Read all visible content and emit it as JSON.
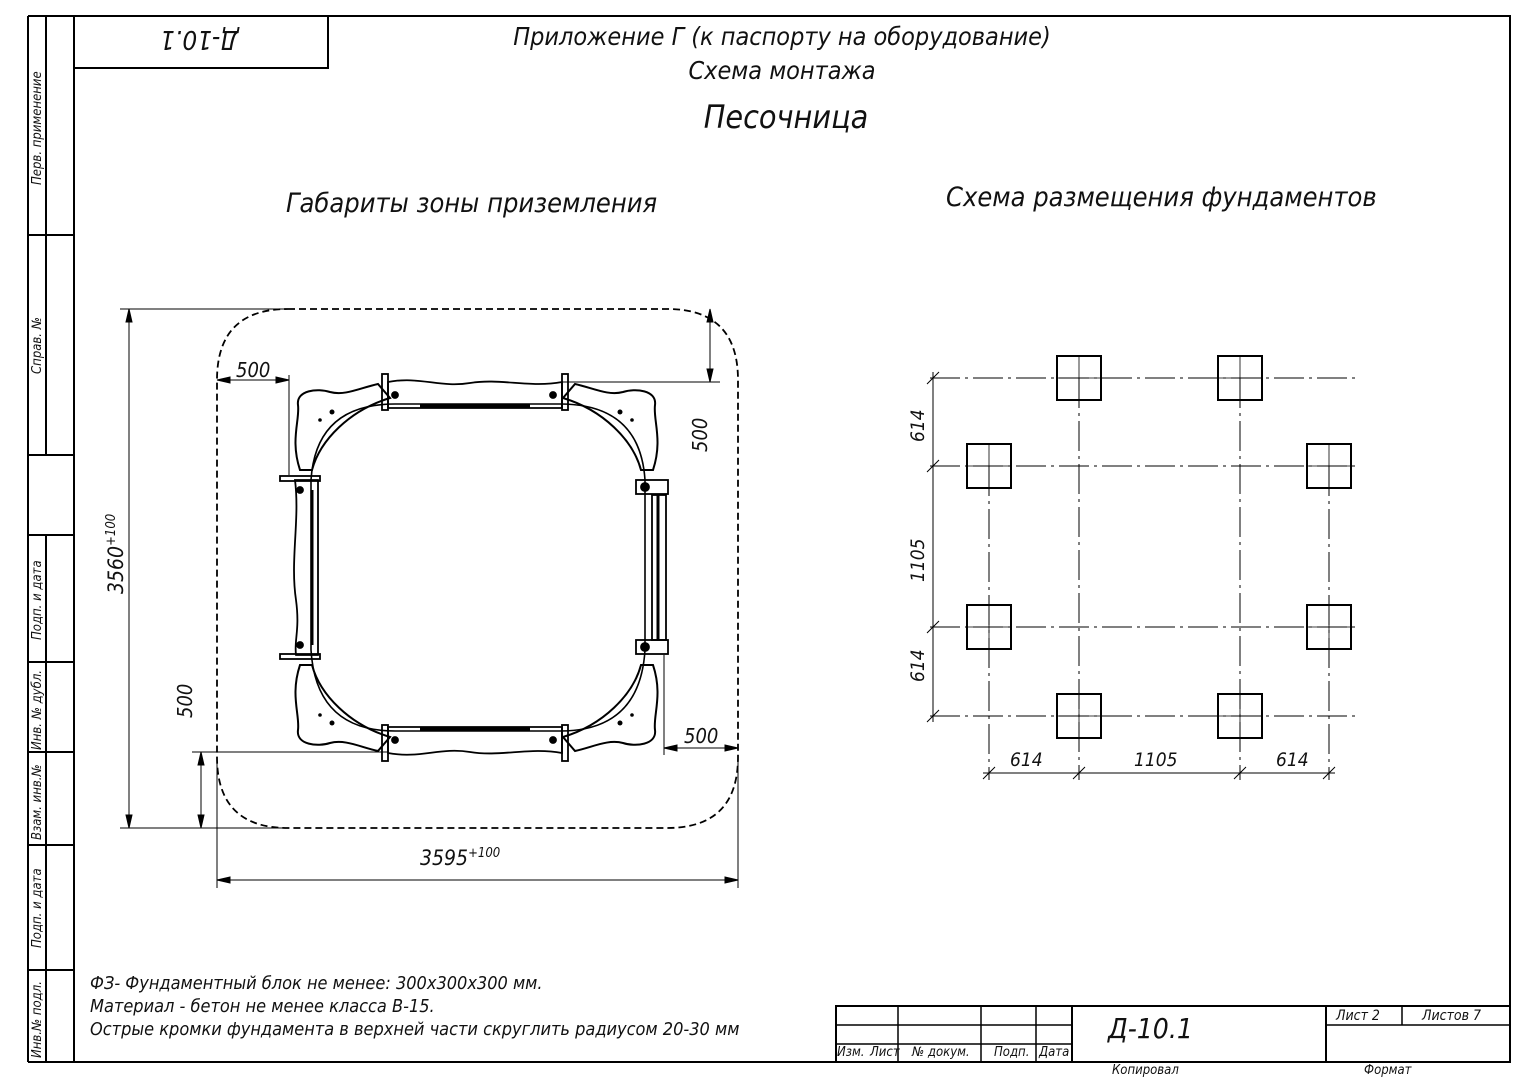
{
  "stamp_top": "Д-10.1",
  "header": {
    "line1": "Приложение Г (к паспорту на оборудование)",
    "line2": "Схема монтажа",
    "title": "Песочница"
  },
  "left_view": {
    "title": "Габариты зоны приземления",
    "dim_width": "3595",
    "dim_width_tol": "+100",
    "dim_height": "3560",
    "dim_height_tol": "+100",
    "dim_top_left": "500",
    "dim_top_right": "500",
    "dim_bottom_left": "500",
    "dim_bottom_right": "500"
  },
  "right_view": {
    "title": "Схема размещения фундаментов",
    "v_dims": [
      "614",
      "1105",
      "614"
    ],
    "h_dims": [
      "614",
      "1105",
      "614"
    ]
  },
  "notes": [
    "ФЗ- Фундаментный блок не менее: 300х300х300 мм.",
    "Материал - бетон не менее класса В-15.",
    "Острые кромки фундамента в верхней части скруглить радиусом 20-30 мм"
  ],
  "side_strip": [
    "Перв. применение",
    "Справ. №",
    "Подп. и дата",
    "Инв. № дубл.",
    "Взам. инв.№",
    "Подп. и дата",
    "Инв.№ подл."
  ],
  "title_block": {
    "col_labels": [
      "Изм.",
      "Лист",
      "№ докум.",
      "Подп.",
      "Дата"
    ],
    "designation": "Д-10.1",
    "sheet_label": "Лист 2",
    "sheets_label": "Листов 7",
    "copied": "Копировал",
    "format": "Формат"
  }
}
